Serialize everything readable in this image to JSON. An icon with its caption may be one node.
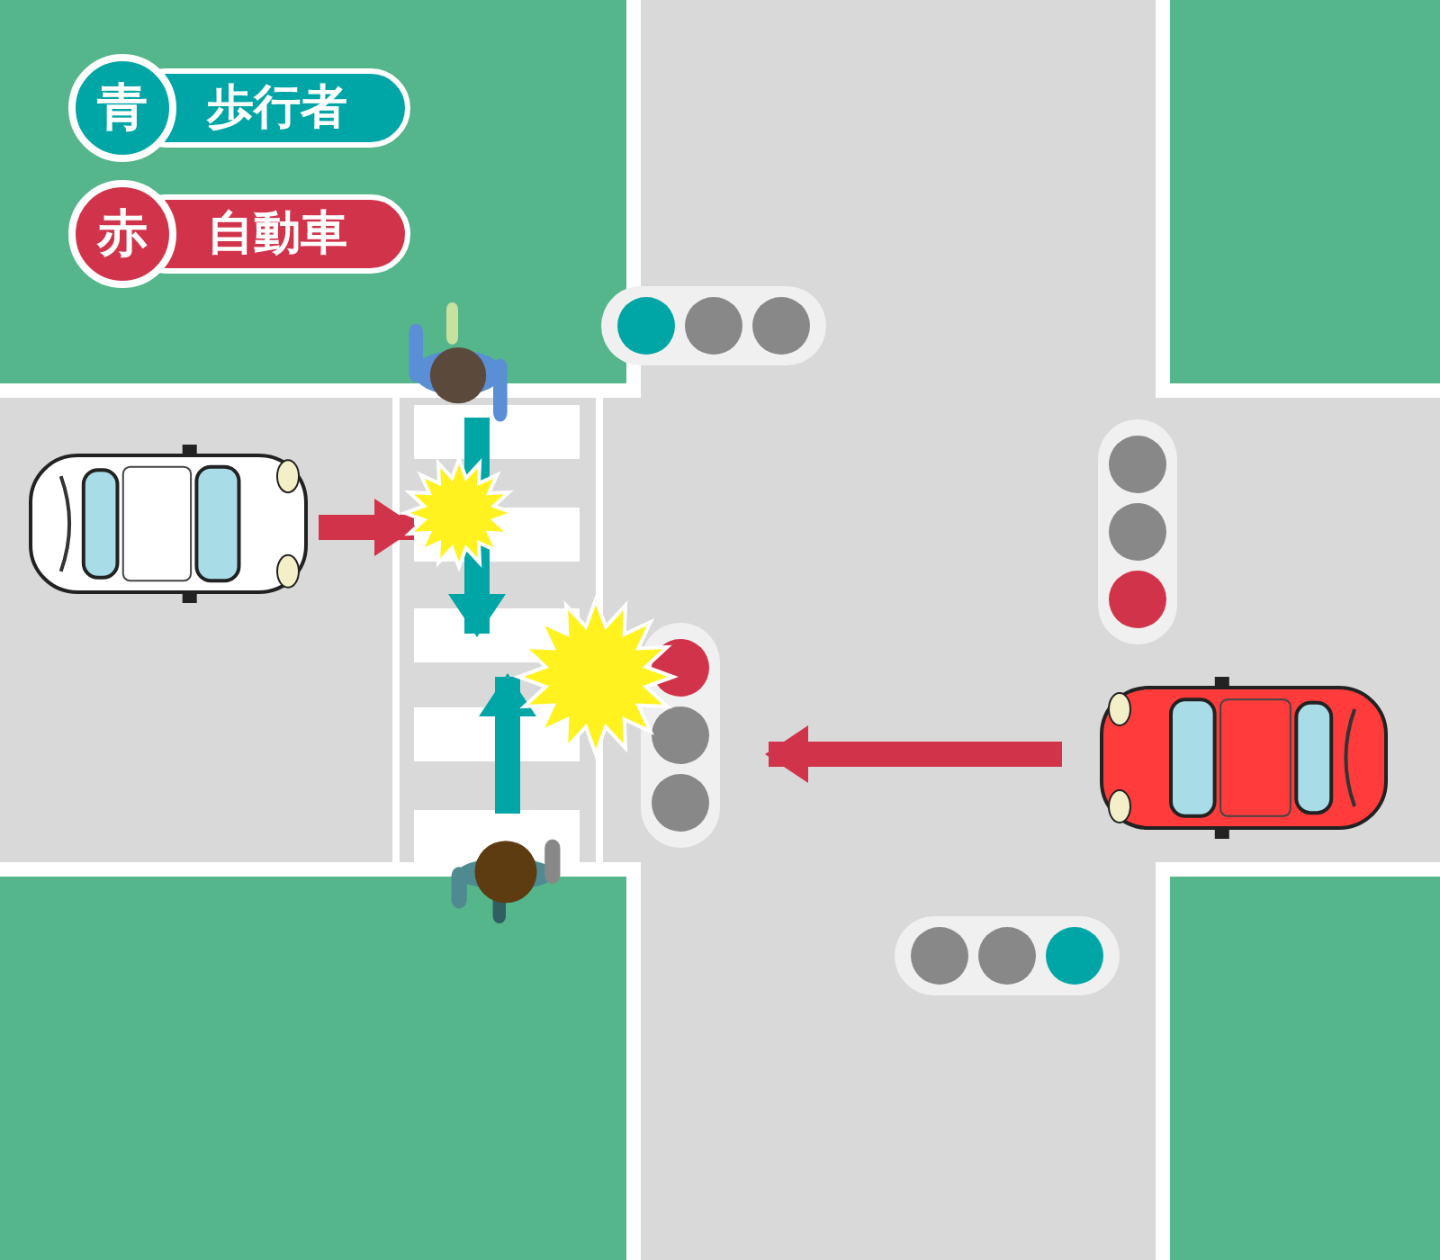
{
  "diagram": {
    "nodes": [
      {
        "text": [],
        "shape": "car"
      },
      {
        "text": [],
        "shape": "star"
      },
      {
        "text": [],
        "shape": "person"
      },
      {
        "text": [],
        "shape": "star"
      },
      {
        "text": [],
        "shape": "person"
      },
      {
        "text": [],
        "shape": "car"
      }
    ],
    "edges": [
      {
        "from": 0,
        "to": 1,
        "arrow": "to",
        "color": "#d1344a"
      },
      {
        "from": 2,
        "to": 1,
        "arrow": "to",
        "color": "#00a6a6"
      },
      {
        "from": 4,
        "to": 3,
        "arrow": "to",
        "color": "#00a6a6"
      },
      {
        "from": 5,
        "to": 3,
        "arrow": "to",
        "color": "#d1344a"
      }
    ],
    "labels": [
      "青",
      "赤"
    ],
    "legend": [
      {
        "text": "歩行者",
        "color": "#00a6a6"
      },
      {
        "text": "自動車",
        "color": "#d1344a"
      }
    ]
  }
}
